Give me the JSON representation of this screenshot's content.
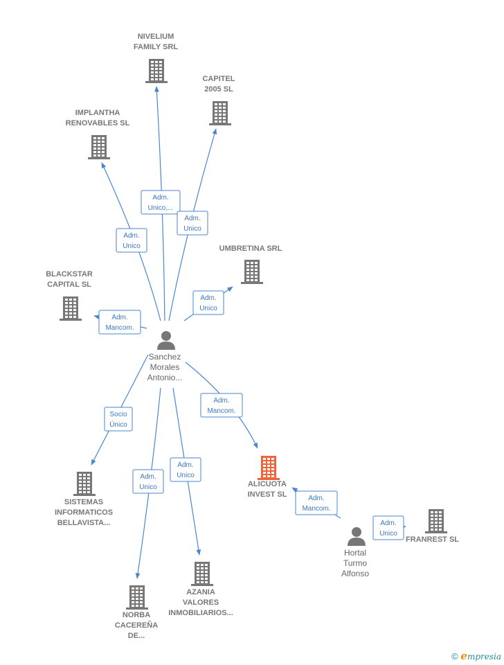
{
  "nodes": [
    {
      "id": "nivelium",
      "type": "company",
      "lines": [
        "NIVELIUM",
        "FAMILY SRL"
      ],
      "color": "#777777"
    },
    {
      "id": "capitel",
      "type": "company",
      "lines": [
        "CAPITEL",
        "2005 SL"
      ],
      "color": "#777777"
    },
    {
      "id": "implantha",
      "type": "company",
      "lines": [
        "IMPLANTHA",
        "RENOVABLES SL"
      ],
      "color": "#777777"
    },
    {
      "id": "umbretina",
      "type": "company",
      "lines": [
        "UMBRETINA SRL"
      ],
      "color": "#777777"
    },
    {
      "id": "blackstar",
      "type": "company",
      "lines": [
        "BLACKSTAR",
        "CAPITAL  SL"
      ],
      "color": "#777777"
    },
    {
      "id": "sanchez",
      "type": "person",
      "lines": [
        "Sanchez",
        "Morales",
        "Antonio..."
      ],
      "color": "#777777"
    },
    {
      "id": "sistemas",
      "type": "company",
      "lines": [
        "SISTEMAS",
        "INFORMATICOS",
        "BELLAVISTA..."
      ],
      "color": "#777777"
    },
    {
      "id": "alicuota",
      "type": "company",
      "lines": [
        "ALICUOTA",
        "INVEST  SL"
      ],
      "color": "#f0643c"
    },
    {
      "id": "norba",
      "type": "company",
      "lines": [
        "NORBA",
        "CACEREÑA",
        "DE..."
      ],
      "color": "#777777"
    },
    {
      "id": "azania",
      "type": "company",
      "lines": [
        "AZANIA",
        "VALORES",
        "INMOBILIARIOS..."
      ],
      "color": "#777777"
    },
    {
      "id": "hortal",
      "type": "person",
      "lines": [
        "Hortal",
        "Turmo",
        "Alfonso"
      ],
      "color": "#777777"
    },
    {
      "id": "franrest",
      "type": "company",
      "lines": [
        "FRANREST  SL"
      ],
      "color": "#777777"
    }
  ],
  "edges": [
    {
      "id": "e-nivelium",
      "from": "sanchez",
      "to": "nivelium",
      "label": [
        "Adm.",
        "Unico,..."
      ]
    },
    {
      "id": "e-capitel",
      "from": "sanchez",
      "to": "capitel",
      "label": [
        "Adm.",
        "Unico"
      ]
    },
    {
      "id": "e-implantha",
      "from": "sanchez",
      "to": "implantha",
      "label": [
        "Adm.",
        "Unico"
      ]
    },
    {
      "id": "e-umbretina",
      "from": "sanchez",
      "to": "umbretina",
      "label": [
        "Adm.",
        "Unico"
      ]
    },
    {
      "id": "e-blackstar",
      "from": "sanchez",
      "to": "blackstar",
      "label": [
        "Adm.",
        "Mancom."
      ]
    },
    {
      "id": "e-sistemas",
      "from": "sanchez",
      "to": "sistemas",
      "label": [
        "Socio",
        "Único"
      ]
    },
    {
      "id": "e-alicuota-1",
      "from": "sanchez",
      "to": "alicuota",
      "label": [
        "Adm.",
        "Mancom."
      ]
    },
    {
      "id": "e-norba",
      "from": "sanchez",
      "to": "norba",
      "label": [
        "Adm.",
        "Unico"
      ]
    },
    {
      "id": "e-azania",
      "from": "sanchez",
      "to": "azania",
      "label": [
        "Adm.",
        "Unico"
      ]
    },
    {
      "id": "e-alicuota-2",
      "from": "hortal",
      "to": "alicuota",
      "label": [
        "Adm.",
        "Mancom."
      ]
    },
    {
      "id": "e-franrest",
      "from": "hortal",
      "to": "franrest",
      "label": [
        "Adm.",
        "Unico"
      ]
    }
  ],
  "colors": {
    "edge": "#4a86d0",
    "company": "#777777",
    "highlight": "#f0643c"
  },
  "footer": {
    "copyright": "©",
    "brand_initial": "e",
    "brand_rest": "mpresia"
  }
}
